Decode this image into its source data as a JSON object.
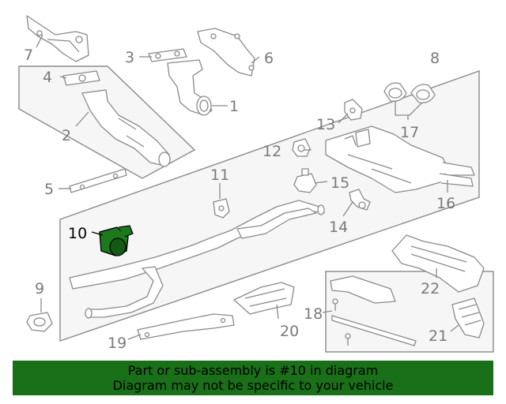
{
  "diagram": {
    "callouts": [
      "1",
      "2",
      "3",
      "4",
      "5",
      "6",
      "7",
      "8",
      "9",
      "10",
      "11",
      "12",
      "13",
      "14",
      "15",
      "16",
      "17",
      "18",
      "19",
      "20",
      "21",
      "22"
    ],
    "highlighted_part": "10",
    "highlight_color": "#1c7a1c"
  },
  "footer": {
    "line1": "Part or sub-assembly is #10 in diagram",
    "line2": "Diagram may not be specific to your vehicle",
    "background": "#197019"
  }
}
